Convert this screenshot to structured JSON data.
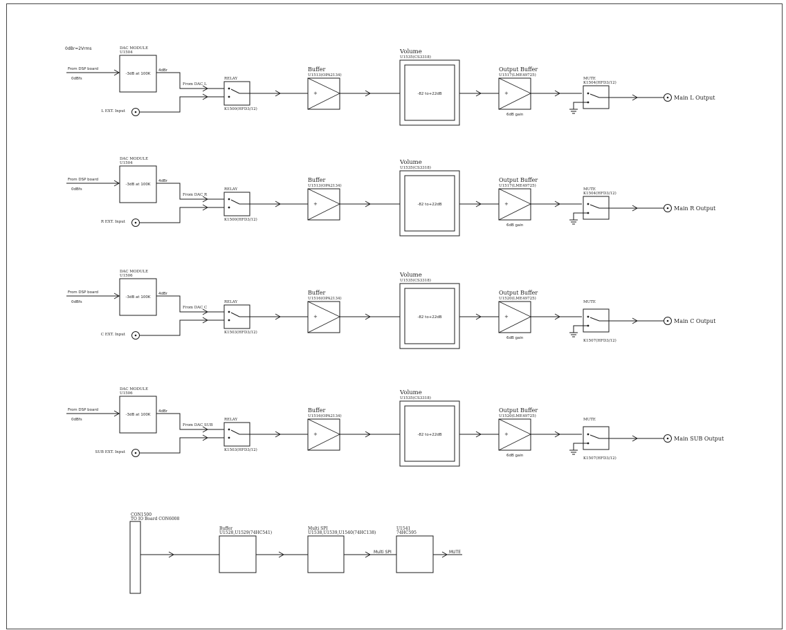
{
  "note_top": "0dBr=2Vrms",
  "channels": [
    {
      "dac_title": "DAC MODULE",
      "dac_ref": "U1504",
      "dac_text": "-3dB at 100K",
      "from_dsp": "From DSP board",
      "dbfs": "0dBfs",
      "dbr": "4dBr",
      "from_dac": "From DAC L",
      "relay_title": "RELAY",
      "relay_ref": "K1500(HFD3/12)",
      "ext_input": "L EXT. Input",
      "buffer_title": "Buffer",
      "buffer_ref": "U1513(OPA2134)",
      "volume_title": "Volume",
      "volume_ref": "U1535(CS3318)",
      "volume_range": "-82 to+22dB",
      "outbuf_title": "Output Buffer",
      "outbuf_ref": "U1517(LME49725)",
      "gain": "6dB gain",
      "mute_title": "MUTE",
      "mute_ref": "K1504(HFD3/12)",
      "output": "Main L Output"
    },
    {
      "dac_title": "DAC MODULE",
      "dac_ref": "U1504",
      "dac_text": "-3dB at 100K",
      "from_dsp": "From DSP board",
      "dbfs": "0dBfs",
      "dbr": "4dBr",
      "from_dac": "From DAC R",
      "relay_title": "RELAY",
      "relay_ref": "K1500(HFD3/12)",
      "ext_input": "R EXT. Input",
      "buffer_title": "Buffer",
      "buffer_ref": "U1513(OPA2134)",
      "volume_title": "Volume",
      "volume_ref": "U1535(CS3318)",
      "volume_range": "-82 to+22dB",
      "outbuf_title": "Output Buffer",
      "outbuf_ref": "U1517(LME49725)",
      "gain": "6dB gain",
      "mute_title": "MUTE",
      "mute_ref": "K1504(HFD3/12)",
      "output": "Main R Output"
    },
    {
      "dac_title": "DAC MODULE",
      "dac_ref": "U1506",
      "dac_text": "-3dB at 100K",
      "from_dsp": "From DSP board",
      "dbfs": "0dBfs",
      "dbr": "4dBr",
      "from_dac": "From DAC C",
      "relay_title": "RELAY",
      "relay_ref": "K1503(HFD3/12)",
      "ext_input": "C EXT. Input",
      "buffer_title": "Buffer",
      "buffer_ref": "U1516(OPA2134)",
      "volume_title": "Volume",
      "volume_ref": "U1535(CS3318)",
      "volume_range": "-82 to+22dB",
      "outbuf_title": "Output Buffer",
      "outbuf_ref": "U1520(LME49725)",
      "gain": "6dB gain",
      "mute_title": "MUTE",
      "mute_ref": "K1507(HFD3/12)",
      "output": "Main C Output"
    },
    {
      "dac_title": "DAC MODULE",
      "dac_ref": "U1506",
      "dac_text": "-3dB at 100K",
      "from_dsp": "From DSP board",
      "dbfs": "0dBfs",
      "dbr": "4dBr",
      "from_dac": "From DAC SUB",
      "relay_title": "RELAY",
      "relay_ref": "K1503(HFD3/12)",
      "ext_input": "SUB EXT. Input",
      "buffer_title": "Buffer",
      "buffer_ref": "U1516(OPA2134)",
      "volume_title": "Volume",
      "volume_ref": "U1535(CS3318)",
      "volume_range": "-82 to+22dB",
      "outbuf_title": "Output Buffer",
      "outbuf_ref": "U1520(LME49725)",
      "gain": "6dB gain",
      "mute_title": "MUTE",
      "mute_ref": "K1507(HFD3/12)",
      "output": "Main SUB Output"
    }
  ],
  "control": {
    "con_ref": "CON1500",
    "con_dest": "TO IO Board CON6008",
    "buffer_title": "Buffer",
    "buffer_ref": "U1528,U1529(74HC541)",
    "spi_title": "Multi SPI",
    "spi_ref": "U1538,U1539,U1540(74HC138)",
    "spi_label": "Multi SPI",
    "sr_ref": "U1541",
    "sr_part": "74HC595",
    "mute_out": "MUTE"
  }
}
